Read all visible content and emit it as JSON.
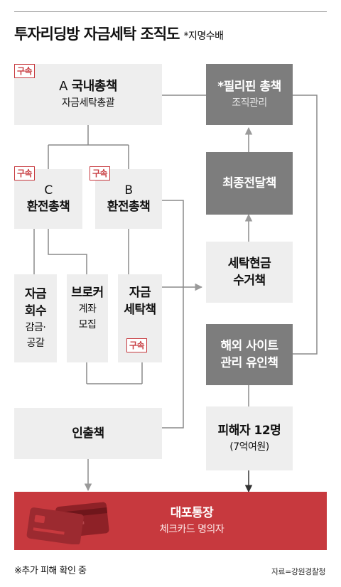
{
  "title": "투자리딩방 자금세탁 조직도",
  "title_note": "*지명수배",
  "arrest_label": "구속",
  "boxes": {
    "a": {
      "prefix": "A",
      "name": "국내총책",
      "sub": "자금세탁총괄"
    },
    "c": {
      "letter": "C",
      "name": "환전총책"
    },
    "b": {
      "letter": "B",
      "name": "환전총책"
    },
    "collect": {
      "line1": "자금",
      "line2": "회수",
      "sub1": "감금·",
      "sub2": "공갈"
    },
    "broker": {
      "name": "브로커",
      "sub1": "계좌",
      "sub2": "모집"
    },
    "launder": {
      "line1": "자금",
      "line2": "세탁책"
    },
    "withdraw": {
      "name": "인출책"
    },
    "ph": {
      "name": "*필리핀 총책",
      "sub": "조직관리"
    },
    "final": {
      "name": "최종전달책"
    },
    "cash": {
      "line1": "세탁현금",
      "line2": "수거책"
    },
    "overseas": {
      "line1": "해외 사이트",
      "line2": "관리 유인책"
    },
    "victim": {
      "name": "피해자 12명",
      "sub": "(7억여원)"
    },
    "account": {
      "name": "대포통장",
      "sub": "체크카드 명의자"
    }
  },
  "footer": {
    "note": "※추가 피해 확인 중",
    "source": "자료=강원경찰청"
  },
  "colors": {
    "accent_red": "#c7393e",
    "dark_box": "#7d7d7d",
    "light_box": "#eeeeee",
    "line": "#8a8a8a"
  }
}
